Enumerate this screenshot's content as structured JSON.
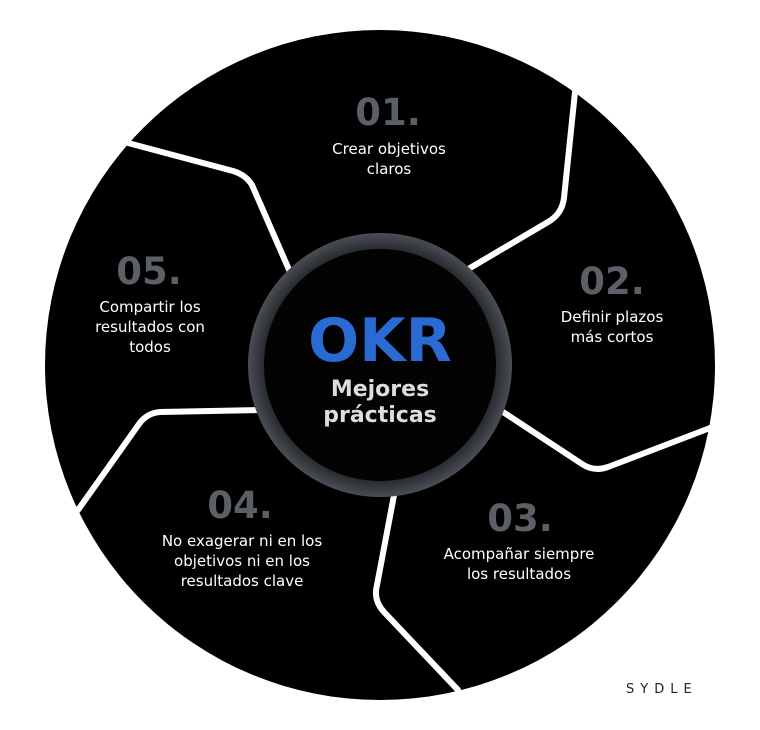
{
  "center": {
    "title": "OKR",
    "subtitle_line1": "Mejores",
    "subtitle_line2": "prácticas"
  },
  "segments": [
    {
      "number": "01.",
      "lines": [
        "Crear objetivos",
        "claros"
      ]
    },
    {
      "number": "02.",
      "lines": [
        "Definir plazos",
        "más cortos"
      ]
    },
    {
      "number": "03.",
      "lines": [
        "Acompañar siempre",
        "los resultados"
      ]
    },
    {
      "number": "04.",
      "lines": [
        "No exagerar ni en los",
        "objetivos ni en los",
        "resultados clave"
      ]
    },
    {
      "number": "05.",
      "lines": [
        "Compartir los",
        "resultados con",
        "todos"
      ]
    }
  ],
  "brand": {
    "logo_text": "SYDLE"
  },
  "colors": {
    "wheel": "#000000",
    "divider": "#ffffff",
    "number": "#5b5f66",
    "title_accent": "#2a6ad3",
    "hub_ring": "#3a3d42"
  }
}
